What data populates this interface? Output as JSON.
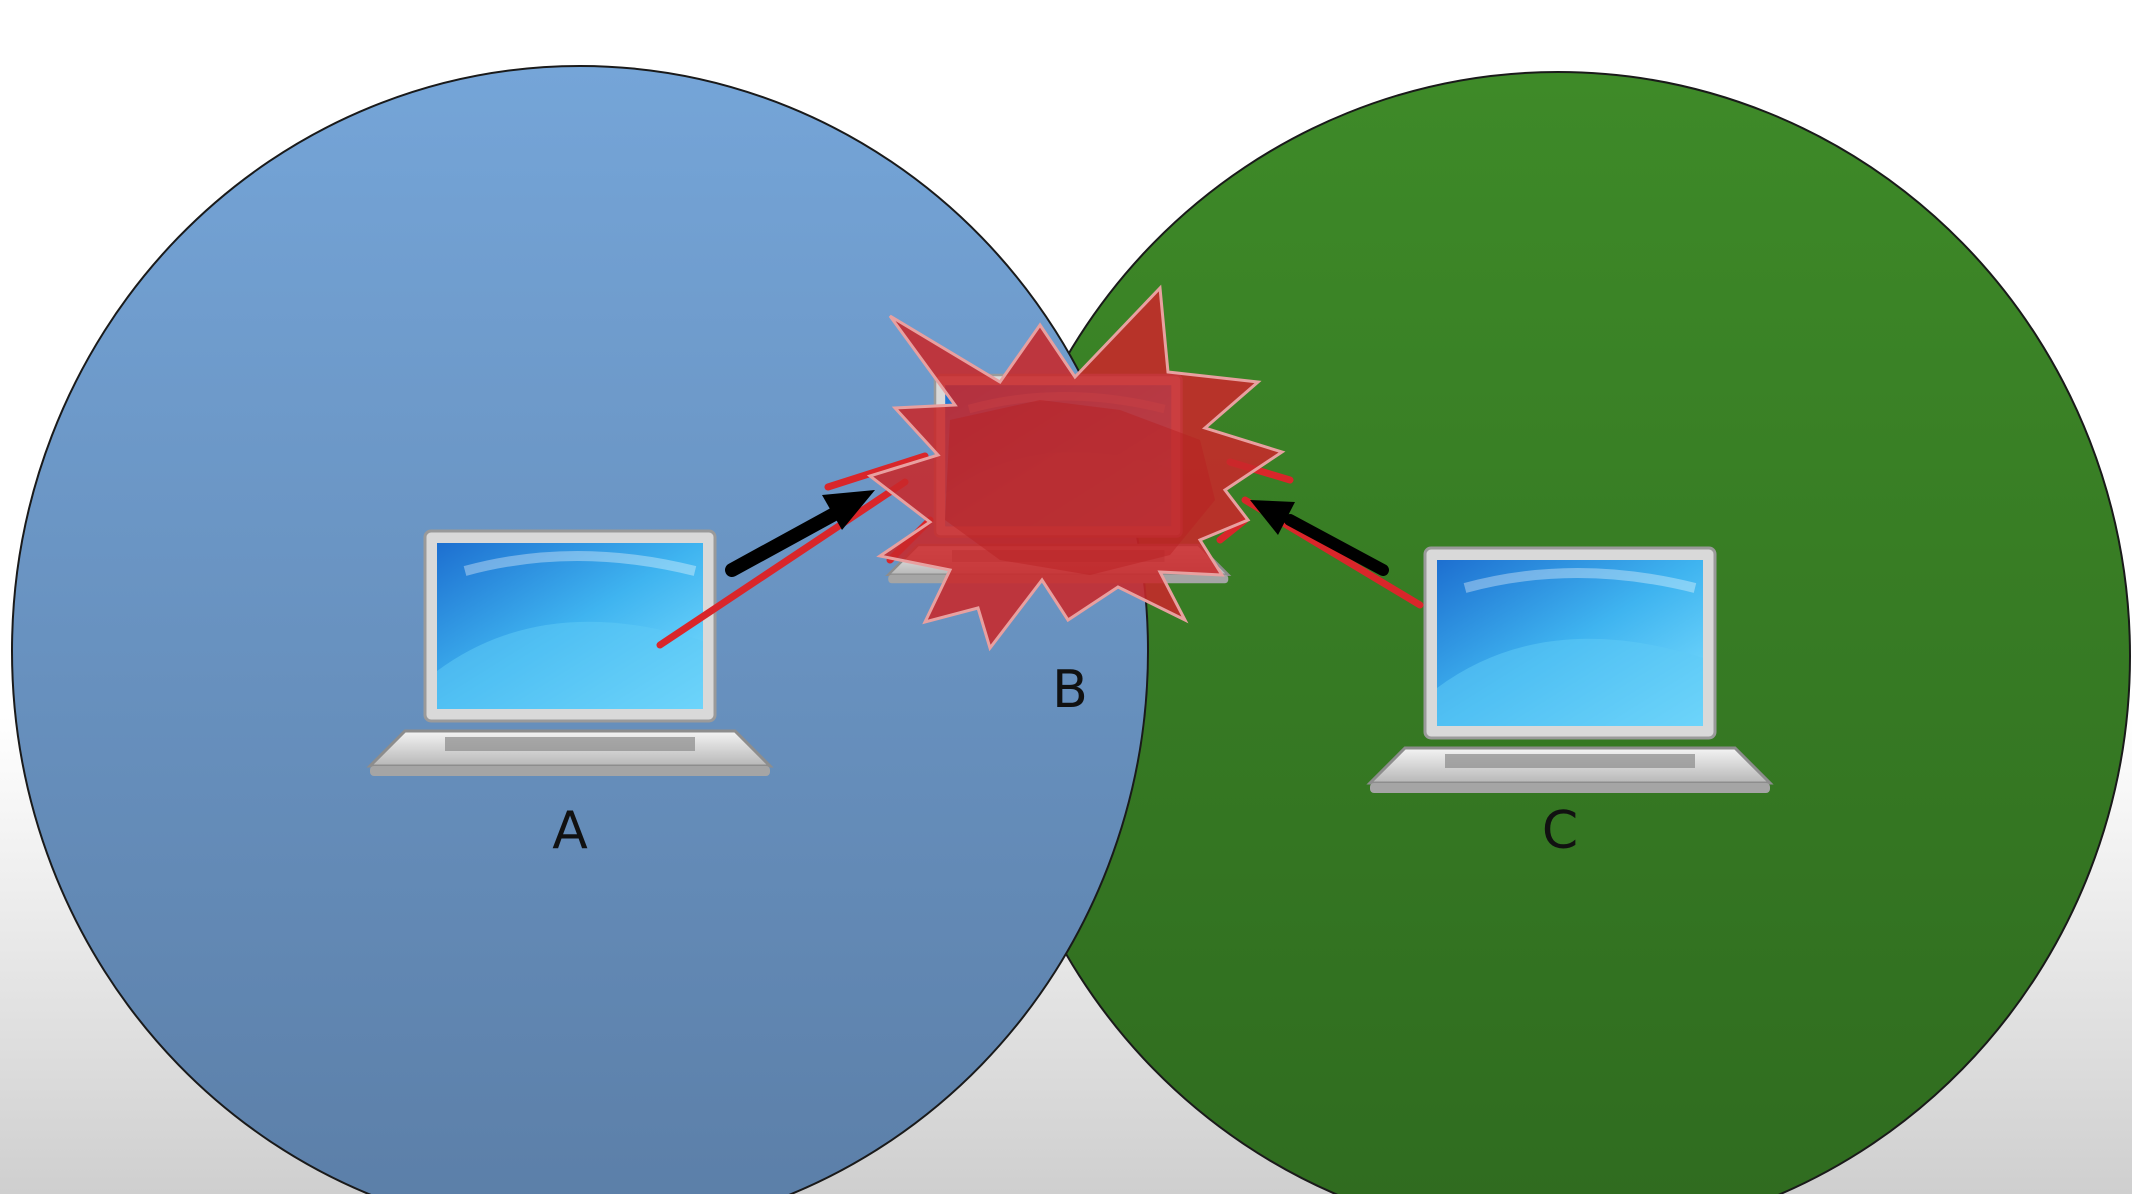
{
  "diagram": {
    "description_nodes": [
      {
        "id": "A",
        "label": "A"
      },
      {
        "id": "B",
        "label": "B"
      },
      {
        "id": "C",
        "label": "C"
      }
    ],
    "colors": {
      "left_zone": "#6f9fd1",
      "right_zone": "#3d8428",
      "collision": "#c8282a",
      "signal": "#d9262a",
      "arrow": "#000000",
      "background_top": "#ffffff",
      "background_bottom": "#cfcfcf"
    },
    "icons": {
      "laptop": "laptop-icon",
      "collision": "collision-burst-icon"
    }
  }
}
